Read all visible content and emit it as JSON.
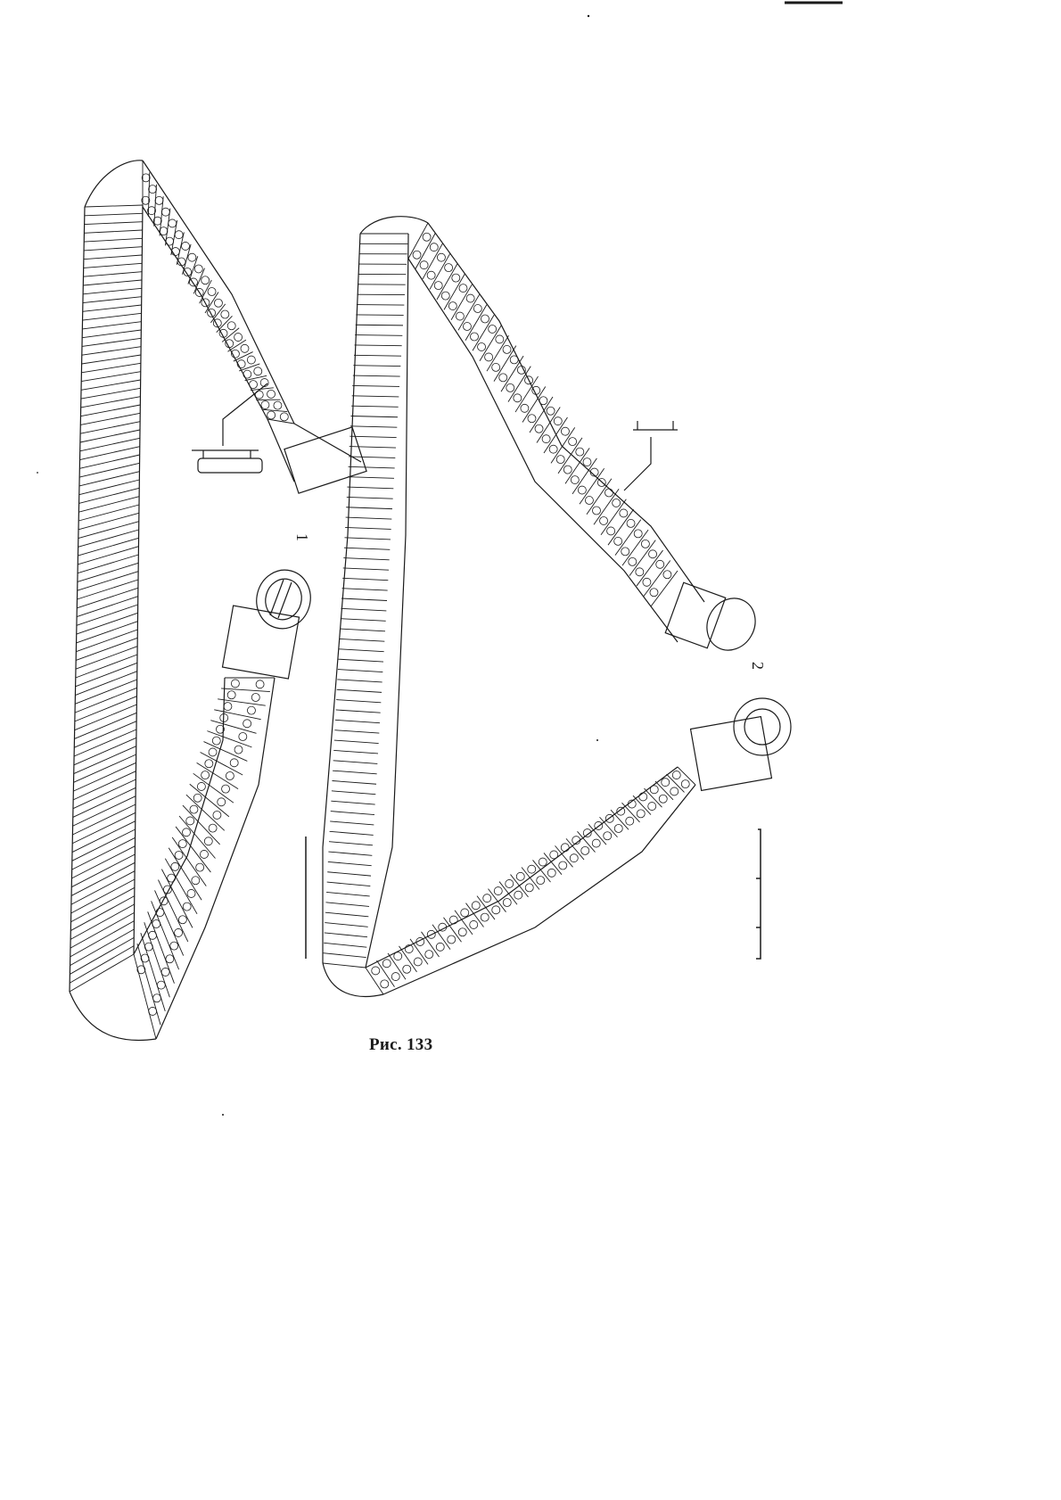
{
  "figure": {
    "caption": "Рис. 133",
    "item_labels": [
      "1",
      "2"
    ]
  },
  "colors": {
    "ink": "#1a1a1a",
    "paper": "#ffffff"
  },
  "objects": [
    {
      "name": "belt-1",
      "parts": [
        "strap",
        "buckle",
        "end-plate",
        "cross-section-detail"
      ]
    },
    {
      "name": "belt-2",
      "parts": [
        "strap",
        "buckle",
        "end-plate",
        "cross-section-detail"
      ]
    }
  ]
}
